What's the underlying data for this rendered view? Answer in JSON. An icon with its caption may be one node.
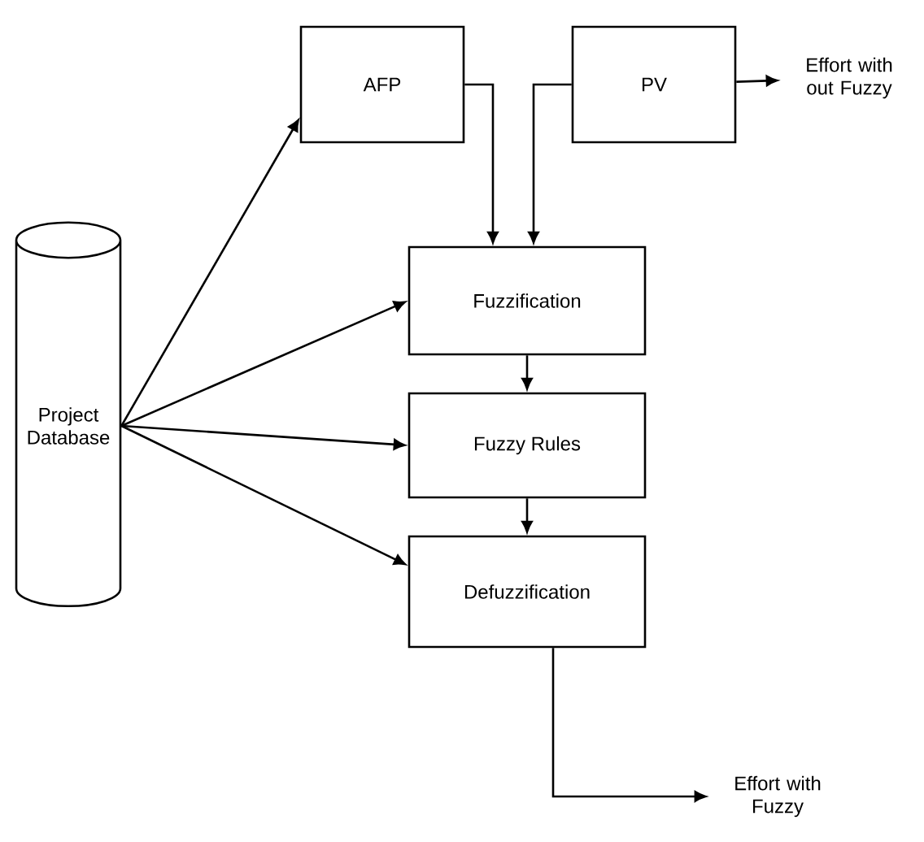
{
  "diagram": {
    "nodes": [
      {
        "text": [
          "Project Database"
        ]
      },
      {
        "text": [
          "AFP"
        ]
      },
      {
        "text": [
          "PV"
        ]
      },
      {
        "text": [
          "Effort with out Fuzzy"
        ]
      },
      {
        "text": [
          "Fuzzification"
        ]
      },
      {
        "text": [
          "Fuzzy Rules"
        ]
      },
      {
        "text": [
          "Defuzzification"
        ]
      },
      {
        "text": [
          "Effort with Fuzzy"
        ]
      }
    ],
    "edges": [
      {
        "from": 0,
        "to": 1,
        "arrow": "to"
      },
      {
        "from": 0,
        "to": 4,
        "arrow": "to"
      },
      {
        "from": 0,
        "to": 5,
        "arrow": "to"
      },
      {
        "from": 0,
        "to": 6,
        "arrow": "to"
      },
      {
        "from": 1,
        "to": 4,
        "arrow": "to"
      },
      {
        "from": 2,
        "to": 4,
        "arrow": "to"
      },
      {
        "from": 2,
        "to": 3,
        "arrow": "to"
      },
      {
        "from": 4,
        "to": 5,
        "arrow": "to"
      },
      {
        "from": 5,
        "to": 6,
        "arrow": "to"
      },
      {
        "from": 6,
        "to": 7,
        "arrow": "to"
      }
    ]
  }
}
